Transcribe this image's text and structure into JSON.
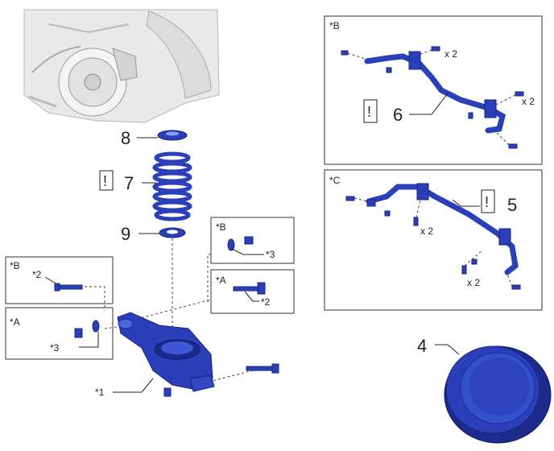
{
  "callouts": {
    "c8": "8",
    "c7": "7",
    "c9": "9",
    "c6": "6",
    "c5": "5",
    "c4": "4",
    "caution_symbol": "!"
  },
  "view_labels": {
    "b": "*B",
    "a": "*A",
    "c": "*C"
  },
  "refs": {
    "r1": "*1",
    "r2": "*2",
    "r3": "*3"
  },
  "quantities": {
    "x2": "x 2"
  },
  "colors": {
    "part_blue": "#2a3fb8",
    "outline": "#333333"
  },
  "icons": [
    "caution-icon"
  ]
}
